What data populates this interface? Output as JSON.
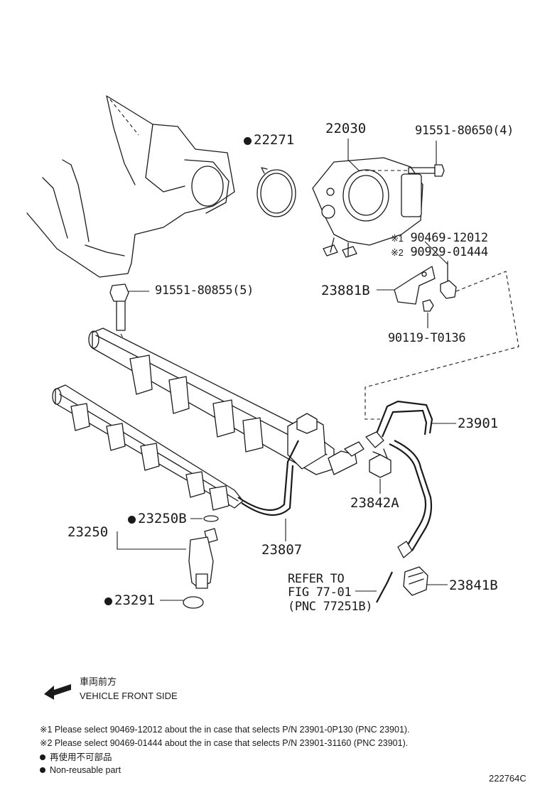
{
  "callouts": {
    "p22271": "22271",
    "p22030": "22030",
    "p91551_80650": "91551-80650(4)",
    "p90469": "90469-12012",
    "p90929": "90929-01444",
    "mark1": "※1",
    "mark2": "※2",
    "p91551_80855": "91551-80855(5)",
    "p23881B": "23881B",
    "p90119": "90119-T0136",
    "p23901": "23901",
    "p23842A": "23842A",
    "p23250B": "23250B",
    "p23250": "23250",
    "p23807": "23807",
    "p23291": "23291",
    "p23841B": "23841B"
  },
  "refer": {
    "line1": "REFER TO",
    "line2": "FIG 77-01",
    "line3": "(PNC 77251B)"
  },
  "direction": {
    "japanese": "車両前方",
    "english": "VEHICLE FRONT SIDE"
  },
  "notes": {
    "n1": "※1 Please select 90469-12012 about the in case that selects P/N 23901-0P130 (PNC 23901).",
    "n2": "※2 Please select 90469-01444 about the in case that selects P/N 23901-31160 (PNC 23901).",
    "legend_jp": "再使用不可部品",
    "legend_en": "Non-reusable part"
  },
  "figure_id": "222764C",
  "icons": {
    "arrow": "vehicle-front-arrow-icon",
    "bullet": "non-reusable-dot-icon"
  },
  "colors": {
    "ink": "#1a1a1a",
    "background": "#ffffff"
  }
}
